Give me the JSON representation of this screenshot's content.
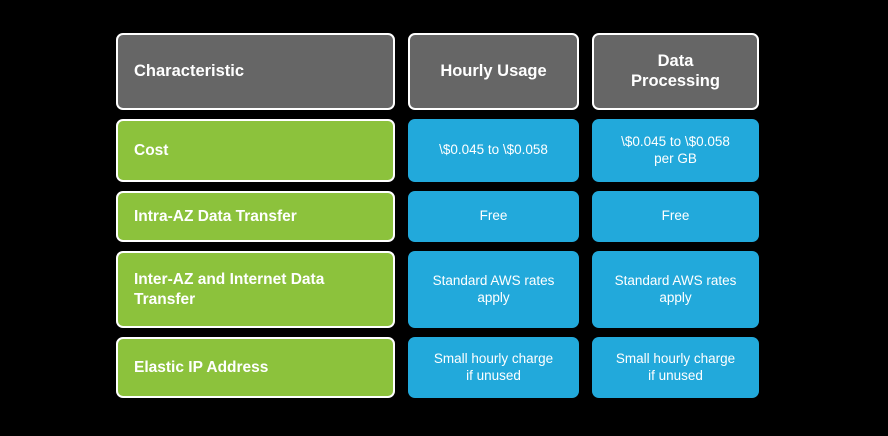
{
  "theme": {
    "background": "#000000",
    "header_bg": "#666666",
    "label_bg": "#8CC23C",
    "value_bg": "#22A9DB",
    "text_color": "#ffffff",
    "border_color": "#ffffff"
  },
  "table": {
    "columns": [
      {
        "key": "characteristic",
        "header": "Characteristic",
        "align": "left"
      },
      {
        "key": "hourly_usage",
        "header": "Hourly Usage",
        "align": "center"
      },
      {
        "key": "data_processing",
        "header": "Data\nProcessing",
        "align": "center"
      }
    ],
    "rows": [
      {
        "characteristic": "Cost",
        "hourly_usage": "\\$0.045 to \\$0.058",
        "data_processing": "\\$0.045 to \\$0.058\nper GB"
      },
      {
        "characteristic": "Intra-AZ Data Transfer",
        "hourly_usage": "Free",
        "data_processing": "Free"
      },
      {
        "characteristic": "Inter-AZ and Internet Data Transfer",
        "hourly_usage": "Standard AWS rates\napply",
        "data_processing": "Standard AWS rates\napply"
      },
      {
        "characteristic": "Elastic IP Address",
        "hourly_usage": "Small hourly charge\nif unused",
        "data_processing": "Small hourly charge\nif unused"
      }
    ]
  }
}
